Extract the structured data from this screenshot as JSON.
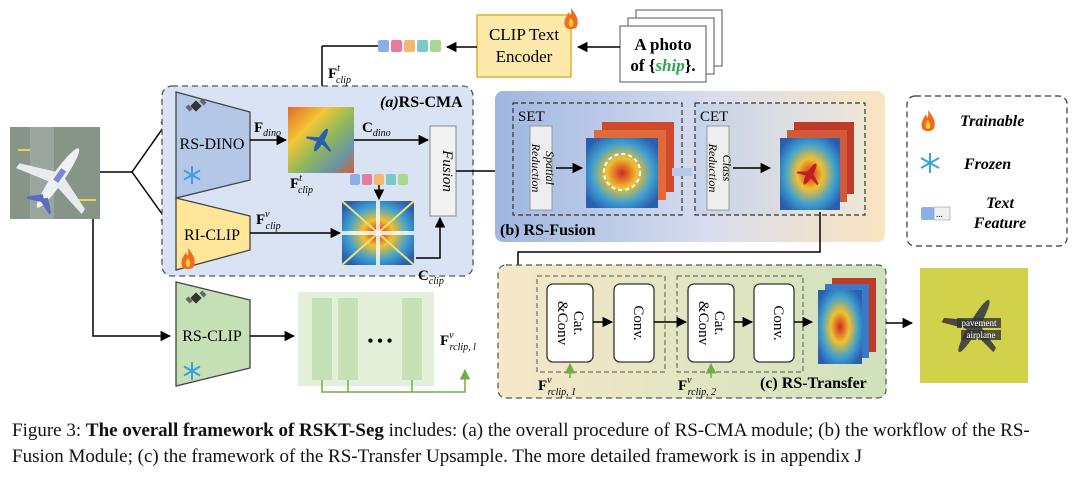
{
  "figure": {
    "clip_text_encoder": [
      "CLIP Text",
      "Encoder"
    ],
    "prompt": {
      "line1": "A  photo",
      "line2_prefix": "of {",
      "class_word": "ship",
      "line2_suffix": "}."
    },
    "rs_cma": {
      "title_italic": "(a)",
      "title_rest": "RS-CMA",
      "dino_label": "RS-DINO",
      "riclip_label": "RI-CLIP",
      "fusion_label": "Fusion"
    },
    "features": {
      "f_clip_t": {
        "main": "F",
        "sup": "t",
        "sub": "clip"
      },
      "f_dino": {
        "main": "F",
        "sub": "dino"
      },
      "c_dino": {
        "main": "C",
        "sub": "dino"
      },
      "f_clip_t2": {
        "main": "F",
        "sup": "t",
        "sub": "clip"
      },
      "f_clip_v": {
        "main": "F",
        "sup": "v",
        "sub": "clip"
      },
      "c_clip": {
        "main": "C",
        "sub": "clip"
      },
      "f_rclip_lr": {
        "main": "F",
        "sup": "v",
        "sub": "rclip, l"
      },
      "f_rclip_1": {
        "main": "F",
        "sup": "v",
        "sub": "rclip, 1"
      },
      "f_rclip_2": {
        "main": "F",
        "sup": "v",
        "sub": "rclip, 2"
      }
    },
    "rs_fusion": {
      "title": "(b) RS-Fusion",
      "set_label": "SET",
      "cet_label": "CET",
      "spatial": [
        "Spatial",
        "Reduction"
      ],
      "class": [
        "Class",
        "Reduction"
      ]
    },
    "rs_clip_label": "RS-CLIP",
    "ellipsis": "• • •",
    "rs_transfer": {
      "title": "(c) RS-Transfer",
      "catconv": [
        "Cat.",
        "&Conv"
      ],
      "conv": "Conv."
    },
    "legend": {
      "trainable": "Trainable",
      "frozen": "Frozen",
      "text_feature": [
        "Text",
        "Feature"
      ]
    },
    "output_labels": [
      "pavement",
      "airplane"
    ],
    "colors": {
      "dino_blue": "#b4c7e7",
      "riclip_yellow": "#ffe699",
      "rsclip_green": "#c5e0b4",
      "cma_bg": "#dae3f3",
      "fusion_bg": "#fbe5c0",
      "transfer_bg": "#d8e8c8",
      "arrow_green": "#70ad47"
    }
  },
  "caption": {
    "prefix": "Figure 3: ",
    "bold": "The overall framework of RSKT-Seg",
    "rest": " includes: (a) the overall procedure of RS-CMA module; (b) the workflow of the RS-Fusion Module; (c) the framework of the RS-Transfer Upsample. The more detailed framework is in appendix J"
  }
}
